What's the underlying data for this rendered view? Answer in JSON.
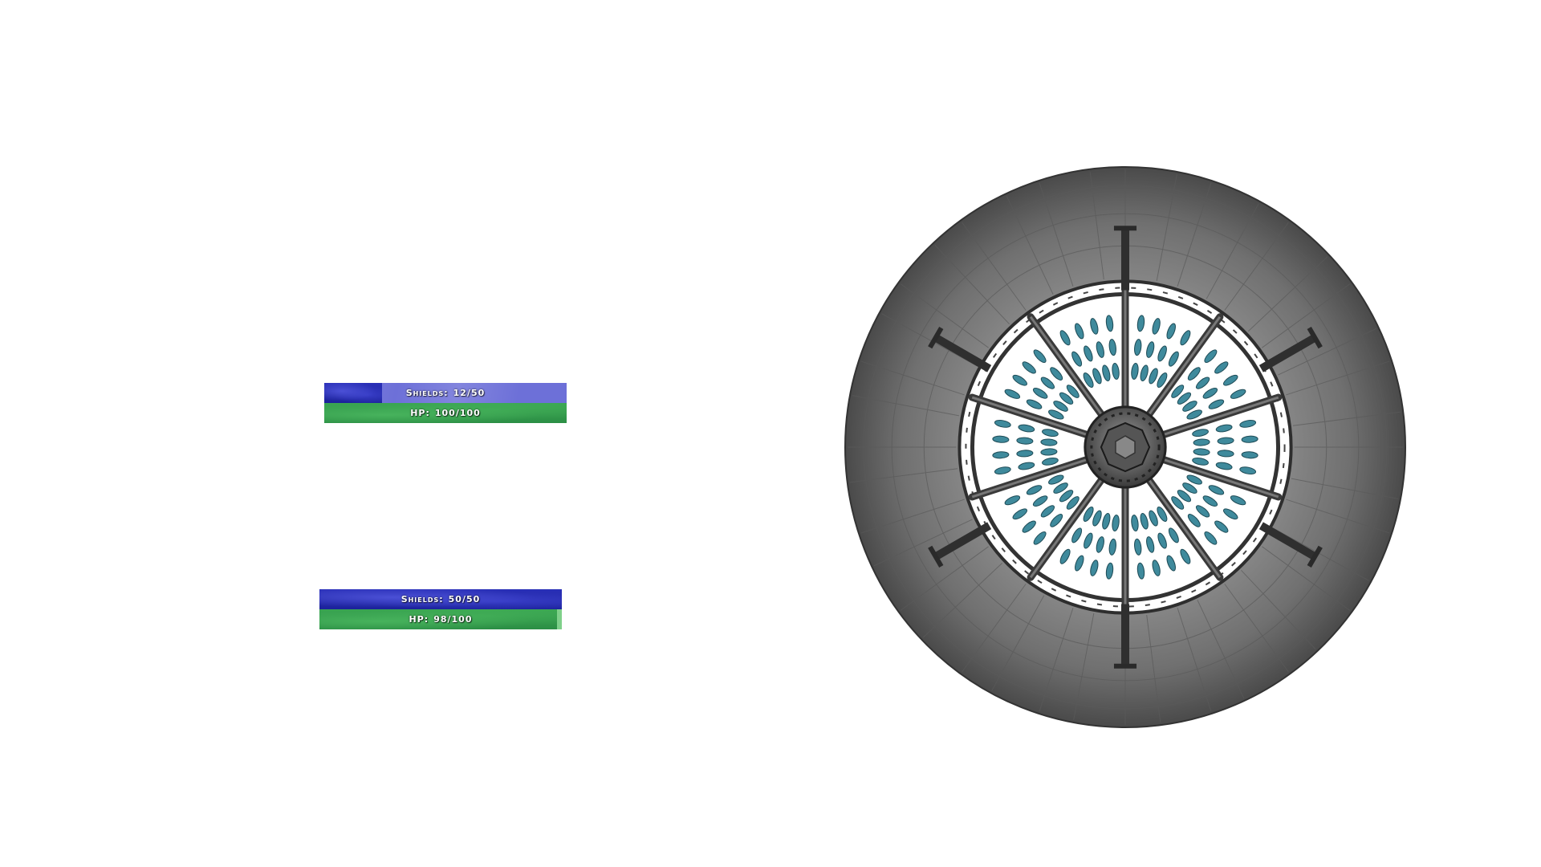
{
  "units": [
    {
      "shields": {
        "label": "Shields:",
        "value": "12/50",
        "current": 12,
        "max": 50
      },
      "hp": {
        "label": "HP:",
        "value": "100/100",
        "current": 100,
        "max": 100
      }
    },
    {
      "shields": {
        "label": "Shields:",
        "value": "50/50",
        "current": 50,
        "max": 50
      },
      "hp": {
        "label": "HP:",
        "value": "98/100",
        "current": 98,
        "max": 100
      }
    }
  ],
  "station": {
    "spokes": 10,
    "colors": {
      "hull": "#6b6b6b",
      "pods": "#3f8a9c"
    }
  }
}
